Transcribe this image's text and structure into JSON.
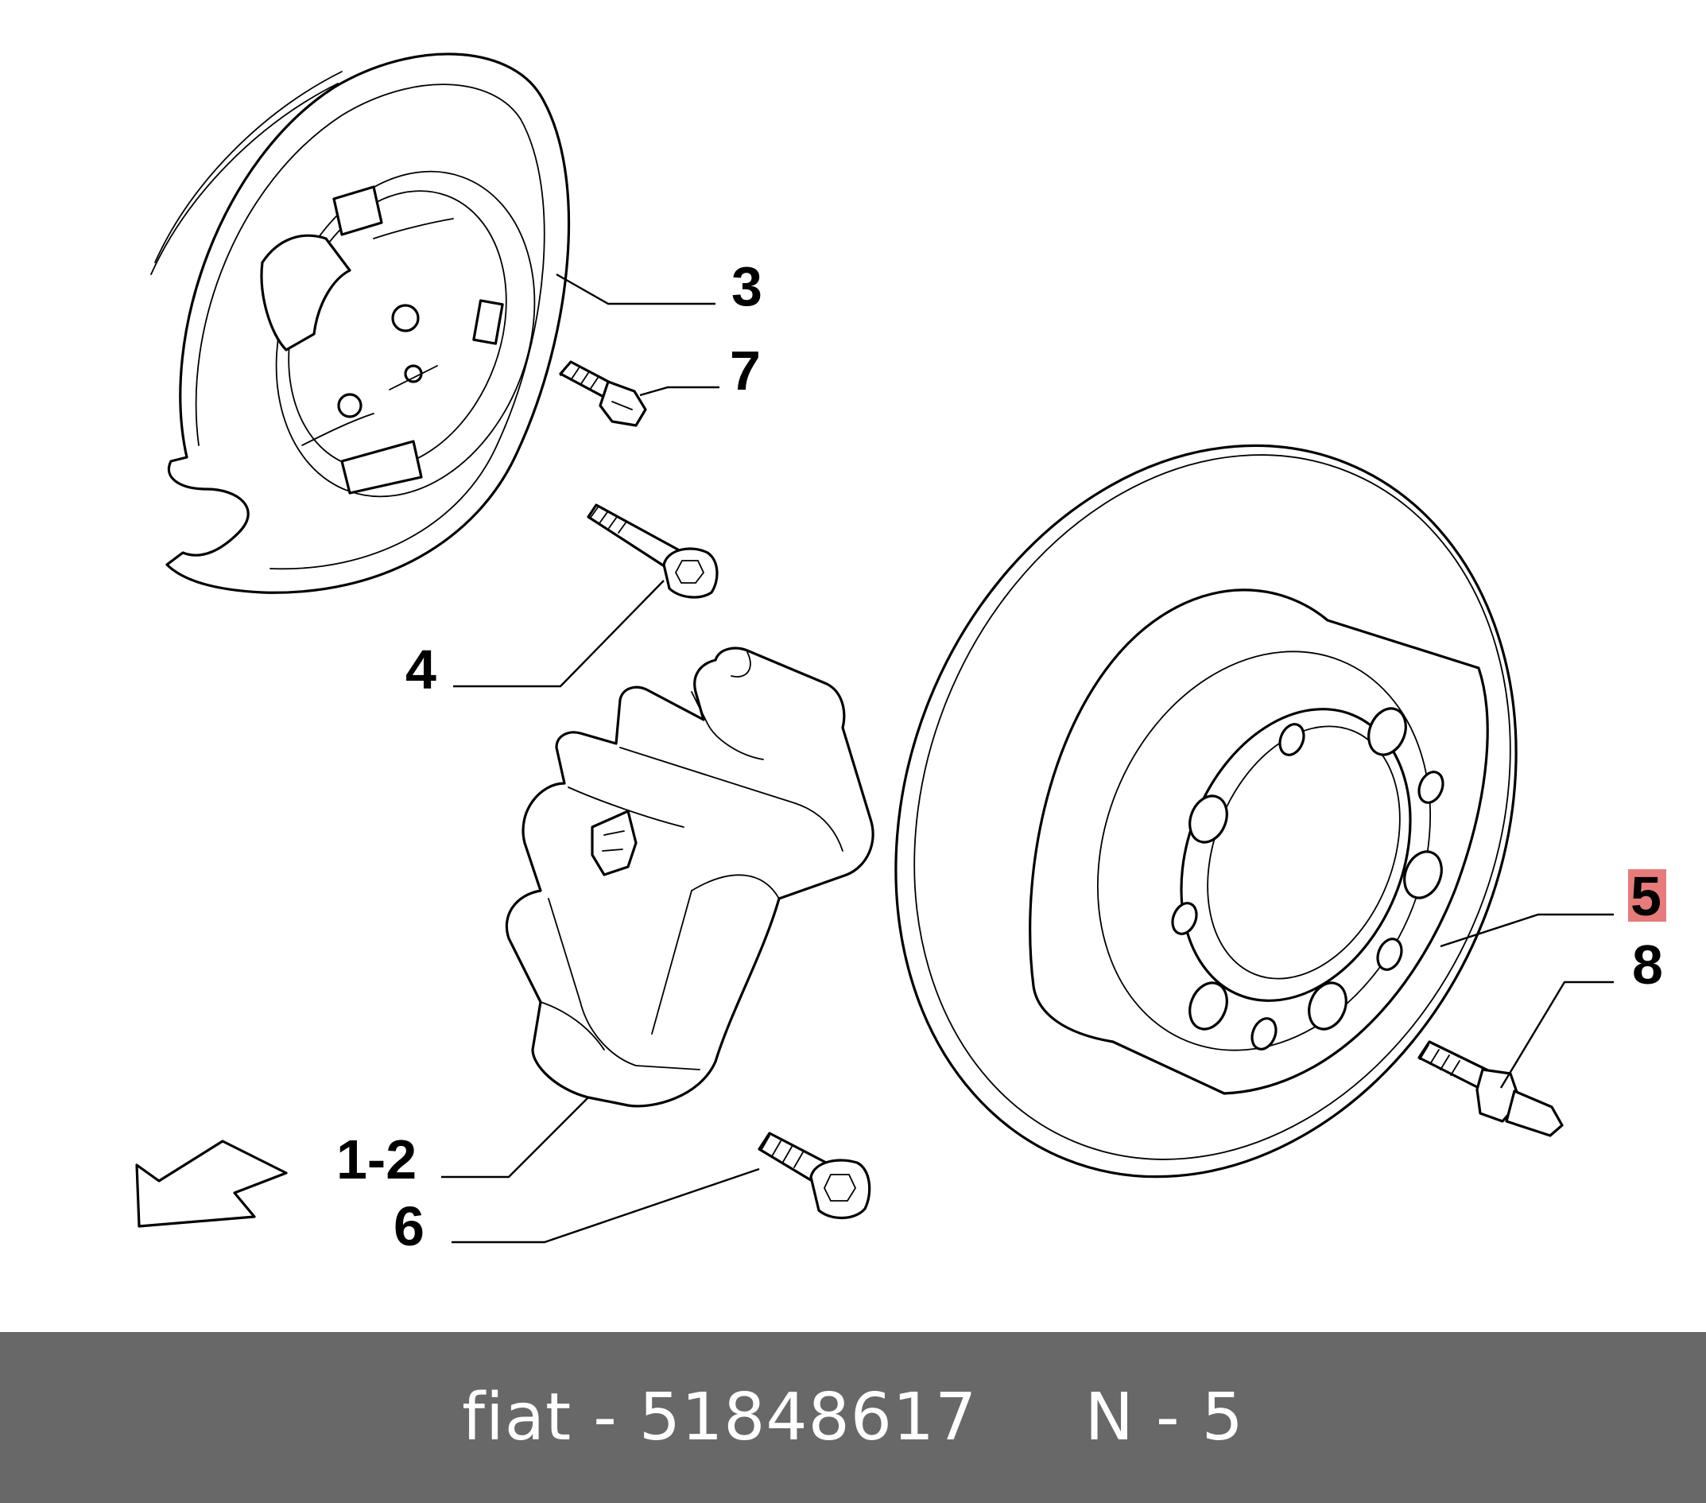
{
  "callouts": [
    {
      "id": "3",
      "label": "3"
    },
    {
      "id": "7",
      "label": "7"
    },
    {
      "id": "4",
      "label": "4"
    },
    {
      "id": "5",
      "label": "5",
      "highlight": "#e77b7b"
    },
    {
      "id": "8",
      "label": "8"
    },
    {
      "id": "1-2",
      "label": "1-2"
    },
    {
      "id": "6",
      "label": "6"
    }
  ],
  "footer": {
    "text": "fiat - 51848617     N - 5",
    "background": "#686868"
  }
}
